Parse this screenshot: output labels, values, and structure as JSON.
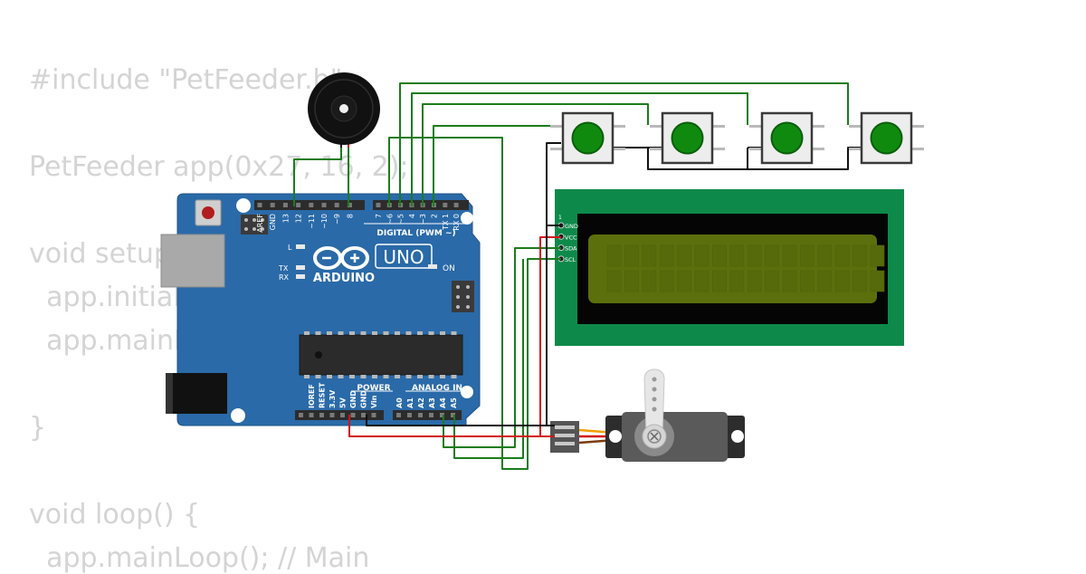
{
  "code": {
    "lines": [
      "#include \"PetFeeder.h\"",
      "",
      "PetFeeder app(0x27, 16, 2);",
      "",
      "void setup() {",
      "  app.initialize();",
      "  app.mainInit();",
      "",
      "}",
      "",
      "void loop() {",
      "  app.mainLoop(); // Main"
    ]
  },
  "arduino": {
    "brand": "ARDUINO",
    "model": "UNO",
    "digital_label": "DIGITAL (PWM ~)",
    "power_label": "POWER",
    "analog_label": "ANALOG IN",
    "on_label": "ON",
    "l_label": "L",
    "tx_label": "TX",
    "rx_label": "RX",
    "digital_pins": [
      "AREF",
      "GND",
      "13",
      "12",
      "~11",
      "~10",
      "~9",
      "8",
      "7",
      "~6",
      "~5",
      "4",
      "~3",
      "2",
      "TX 1",
      "RX 0"
    ],
    "power_pins": [
      "IOREF",
      "RESET",
      "3.3V",
      "5V",
      "GND",
      "GND",
      "Vin"
    ],
    "analog_pins": [
      "A0",
      "A1",
      "A2",
      "A3",
      "A4",
      "A5"
    ]
  },
  "lcd": {
    "pins": [
      "GND",
      "VCC",
      "SDA",
      "SCL"
    ],
    "pin_one": "1",
    "columns": 16,
    "rows": 2
  },
  "buttons": {
    "count": 4
  },
  "colors": {
    "board": "#2a6aa8",
    "wire_green": "#1a7d1a",
    "wire_red": "#d11414",
    "wire_black": "#111111",
    "lcd_pcb": "#0d8a4a",
    "lcd_screen": "#5b6f0c",
    "button_cap": "#0f8a0f"
  }
}
